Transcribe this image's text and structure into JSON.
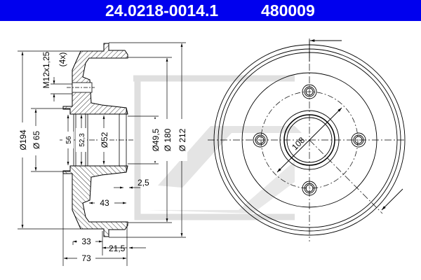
{
  "header": {
    "part_number": "24.0218-0014.1",
    "ref_number": "480009",
    "bg_color": "#0000ee"
  },
  "watermark": {
    "logo_text": "ATE",
    "color": "#dcdcdc"
  },
  "section_view": {
    "dims": {
      "d194": "Ø194",
      "d65": "Ø 65",
      "thread": "M12x1,25",
      "thread_count": "(4x)",
      "h56": "56",
      "h52_3": "52,3",
      "d52": "Ø52",
      "d49_5": "Ø49,5",
      "d180": "Ø 180",
      "d212": "Ø 212",
      "w2_5": "2,5",
      "w43": "43",
      "w33": "33",
      "w21_5": "21,5",
      "w73": "73"
    }
  },
  "front_view": {
    "pcd": "108"
  }
}
